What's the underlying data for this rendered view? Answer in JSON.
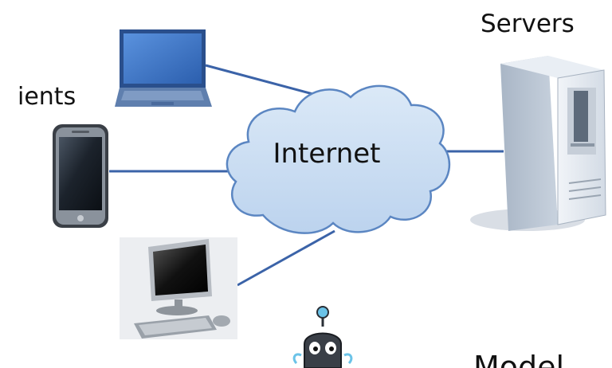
{
  "labels": {
    "clients": "ients",
    "servers": "Servers",
    "internet": "Internet",
    "model": "Model"
  },
  "nodes": {
    "laptop": "laptop-icon",
    "phone": "smartphone-icon",
    "desktop": "desktop-computer-icon",
    "cloud": "internet-cloud",
    "server": "server-tower-icon",
    "robot": "robot-mascot-icon"
  },
  "colors": {
    "link": "#3b63a8",
    "cloud_fill": "#c9ddf2",
    "cloud_stroke": "#5b86c2",
    "laptop_screen": "#3c75c4",
    "server_body": "#dde4ec"
  }
}
